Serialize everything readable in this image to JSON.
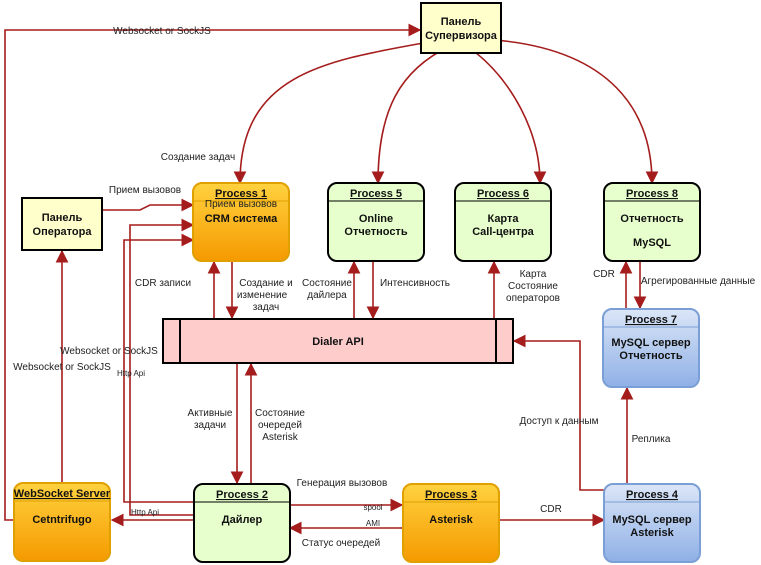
{
  "nodes": {
    "supervisor": {
      "line1": "Панель",
      "line2": "Супервизора"
    },
    "operator": {
      "line1": "Панель",
      "line2": "Оператора"
    },
    "p1": {
      "title": "Process 1",
      "line1": "Прием вызовов",
      "line2": "CRM система"
    },
    "p5": {
      "title": "Process 5",
      "line1": "Online",
      "line2": "Отчетность"
    },
    "p6": {
      "title": "Process 6",
      "line1": "Карта",
      "line2": "Call-центра"
    },
    "p8": {
      "title": "Process 8",
      "line1": "Отчетность",
      "line2": "MySQL"
    },
    "p7": {
      "title": "Process 7",
      "line1": "MySQL сервер",
      "line2": "Отчетность"
    },
    "dialer": {
      "label": "Dialer API"
    },
    "ws": {
      "title": "WebSocket Server",
      "line1": "Cetntrifugo"
    },
    "p2": {
      "title": "Process 2",
      "line1": "Дайлер"
    },
    "p3": {
      "title": "Process 3",
      "line1": "Asterisk"
    },
    "p4": {
      "title": "Process 4",
      "line1": "MySQL сервер",
      "line2": "Asterisk"
    }
  },
  "edge_labels": {
    "ws_top": "Websocket or SockJS",
    "create_task": "Создание  задач",
    "receive_calls": "Прием вызовов",
    "cdr_records": "CDR записи",
    "create_change_1": "Создание и",
    "create_change_2": "изменение",
    "create_change_3": "задач",
    "dialer_state_1": "Состояние",
    "dialer_state_2": "дайлера",
    "intensity": "Интенсивность",
    "map_1": "Карта",
    "map_2": "Состояние",
    "map_3": "операторов",
    "cdr_p8": "CDR",
    "aggregated": "Агрегированные данные",
    "ws_sock_1": "Websocket or SockJS",
    "ws_sock_2": "Websocket or SockJS",
    "http_api_v": "Http Api",
    "active_1": "Активные",
    "active_2": "задачи",
    "queue_1": "Состояние",
    "queue_2": "очередей",
    "queue_3": "Asterisk",
    "data_access": "Доступ к данным",
    "replica": "Реплика",
    "gen_calls": "Генерация вызовов",
    "spool": "spool",
    "ami": "AMI",
    "queue_status": "Статус очередей",
    "http_api_h": "Http Api",
    "cdr_p3": "CDR"
  }
}
